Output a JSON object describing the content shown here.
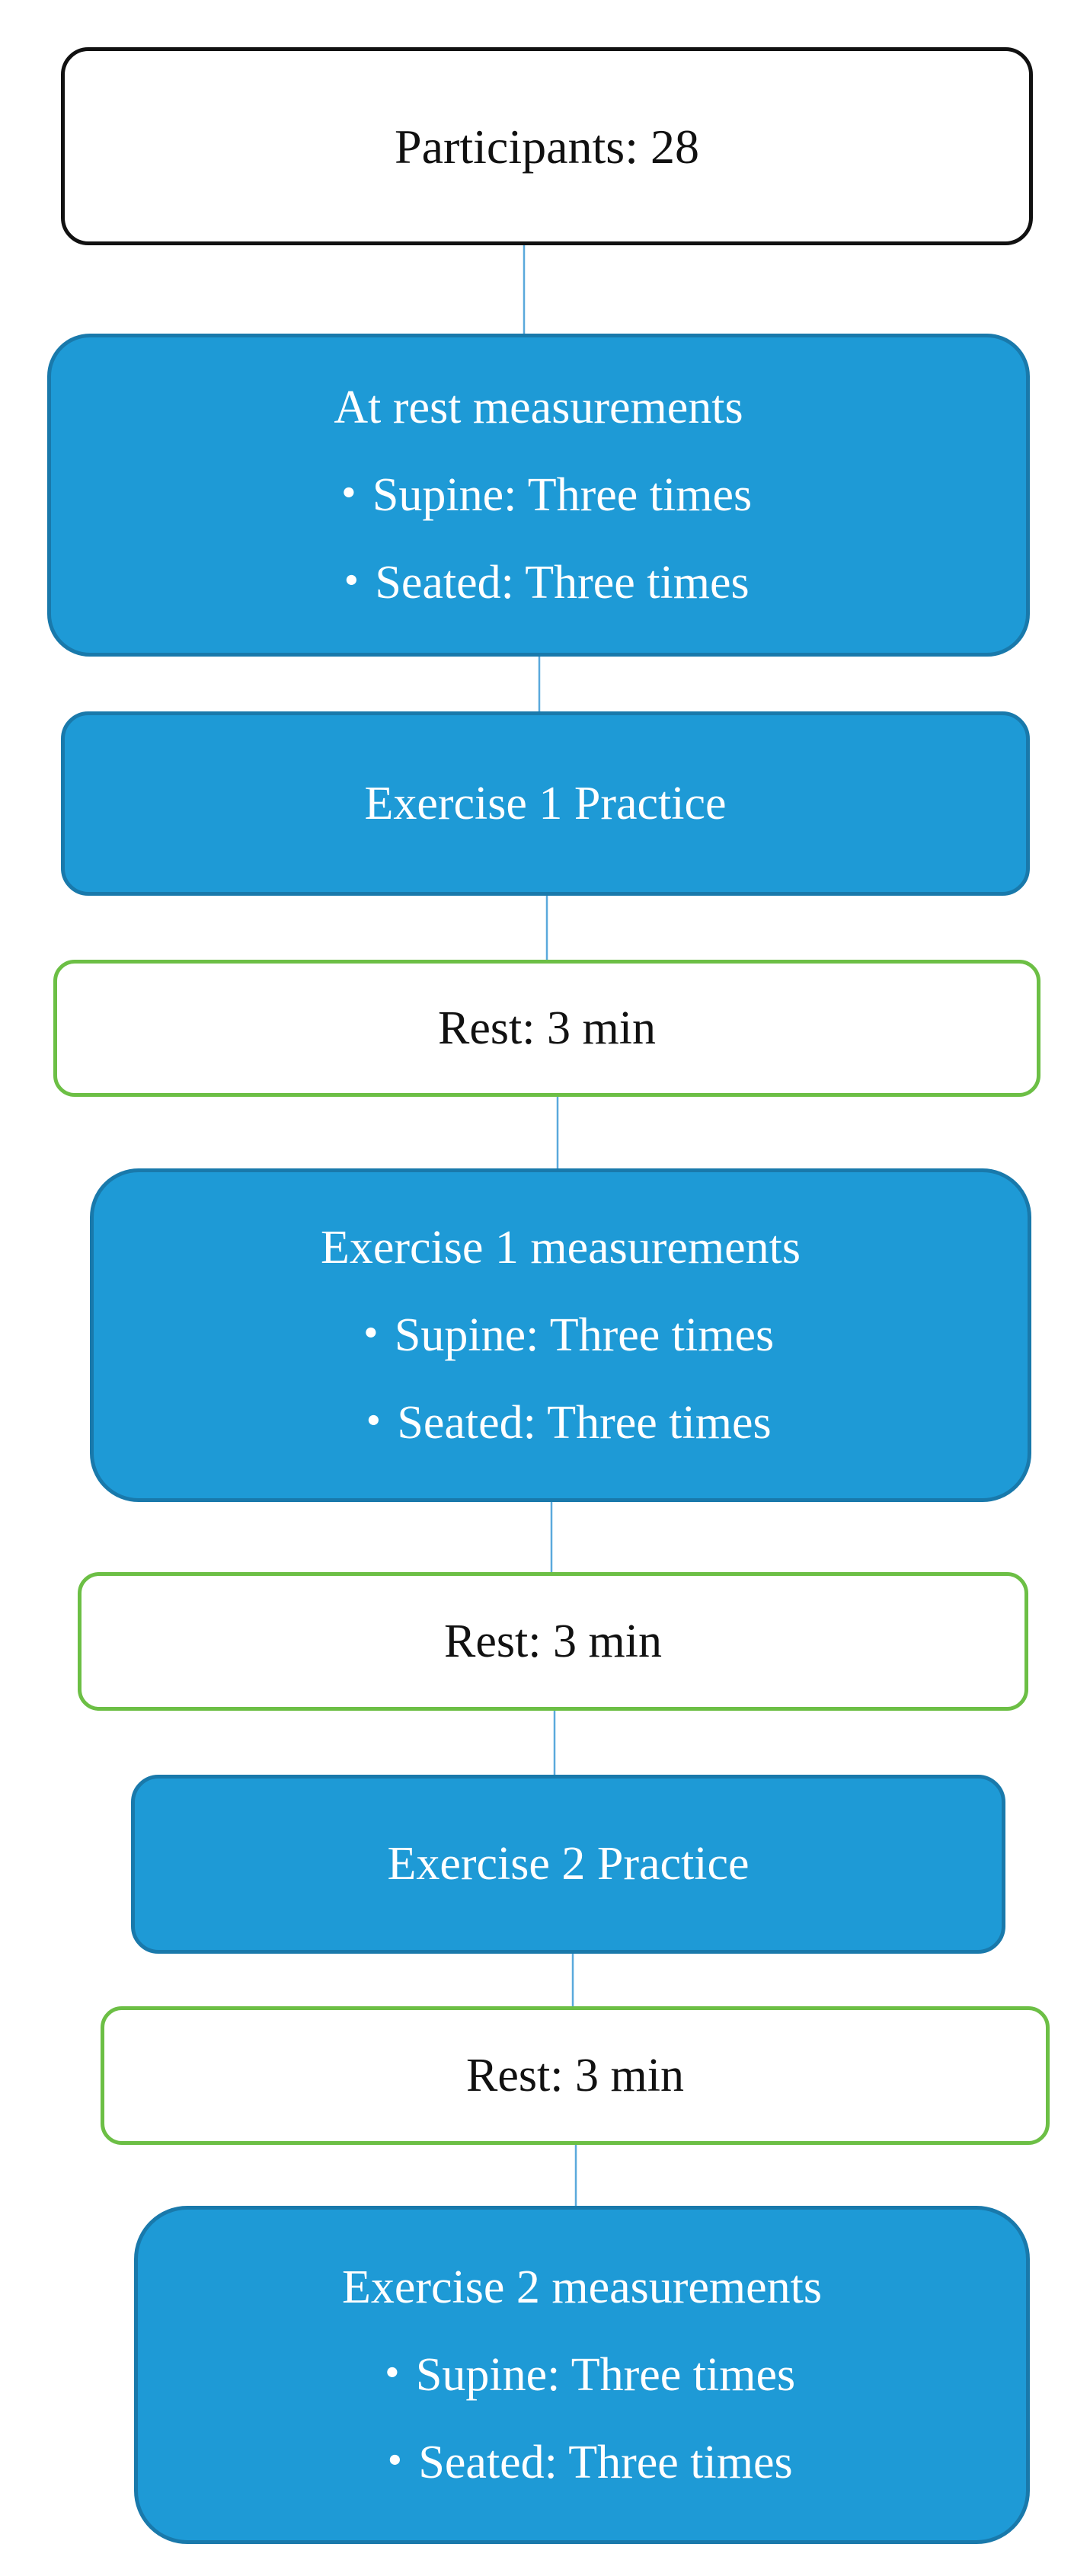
{
  "flowchart": {
    "participants": {
      "label": "Participants: 28"
    },
    "steps": [
      {
        "kind": "measurement",
        "title": "At rest measurements",
        "items": [
          "・Supine: Three times",
          "・Seated: Three times"
        ]
      },
      {
        "kind": "practice",
        "title": "Exercise 1 Practice"
      },
      {
        "kind": "rest",
        "title": "Rest: 3 min"
      },
      {
        "kind": "measurement",
        "title": "Exercise 1 measurements",
        "items": [
          "・Supine: Three times",
          "・Seated: Three times"
        ]
      },
      {
        "kind": "rest",
        "title": "Rest: 3 min"
      },
      {
        "kind": "practice",
        "title": "Exercise 2 Practice"
      },
      {
        "kind": "rest",
        "title": "Rest: 3 min"
      },
      {
        "kind": "measurement",
        "title": "Exercise 2 measurements",
        "items": [
          "・Supine: Three times",
          "・Seated: Three times"
        ]
      }
    ],
    "colors": {
      "step_fill": "#1e9ad6",
      "step_border": "#1979ab",
      "rest_border": "#6cbf45",
      "participants_border": "#111111",
      "connector": "#5aa9dc"
    }
  }
}
